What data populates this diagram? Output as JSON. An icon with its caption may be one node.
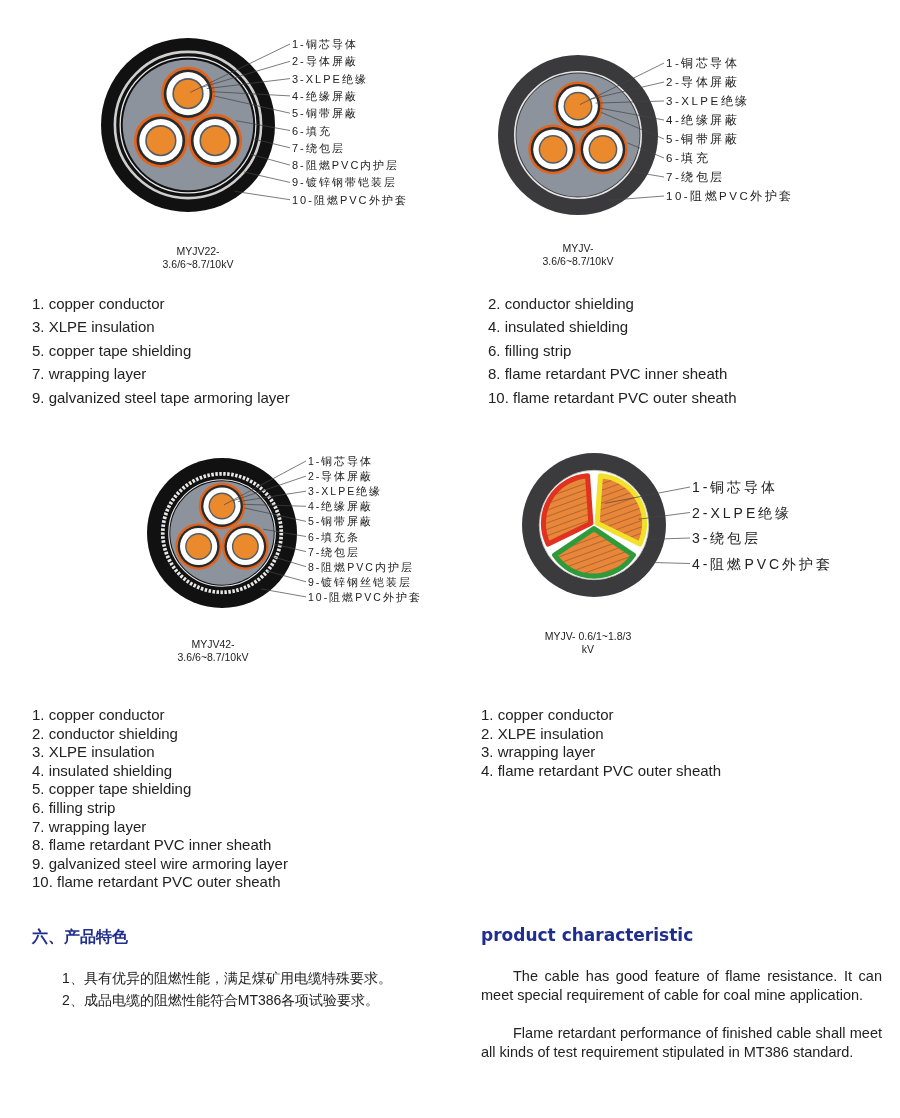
{
  "diagram": {
    "nodes": [
      {
        "text": [
          "1-铜芯导体"
        ]
      },
      {
        "text": [
          "2-导体屏蔽"
        ]
      },
      {
        "text": [
          "3-XLPE绝缘"
        ]
      },
      {
        "text": [
          "4-绝缘屏蔽"
        ]
      },
      {
        "text": [
          "5-铜带屏蔽"
        ]
      },
      {
        "text": [
          "6-填充"
        ]
      },
      {
        "text": [
          "7-绕包层"
        ]
      },
      {
        "text": [
          "8-阻燃PVC内护层"
        ]
      },
      {
        "text": [
          "9-镀锌钢带铠装层"
        ]
      },
      {
        "text": [
          "10-阻燃PVC外护套"
        ]
      },
      {
        "text": [
          "1-铜芯导体"
        ]
      },
      {
        "text": [
          "2-导体屏蔽"
        ]
      },
      {
        "text": [
          "3-XLPE绝缘"
        ]
      },
      {
        "text": [
          "4-绝缘屏蔽"
        ]
      },
      {
        "text": [
          "5-铜带屏蔽"
        ]
      },
      {
        "text": [
          "6-填充"
        ]
      },
      {
        "text": [
          "7-绕包层"
        ]
      },
      {
        "text": [
          "10-阻燃PVC外护套"
        ]
      },
      {
        "text": [
          "1-铜芯导体"
        ]
      },
      {
        "text": [
          "2-导体屏蔽"
        ]
      },
      {
        "text": [
          "3-XLPE绝缘"
        ]
      },
      {
        "text": [
          "4-绝缘屏蔽"
        ]
      },
      {
        "text": [
          "5-铜带屏蔽"
        ]
      },
      {
        "text": [
          "6-填充条"
        ]
      },
      {
        "text": [
          "7-绕包层"
        ]
      },
      {
        "text": [
          "8-阻燃PVC内护层"
        ]
      },
      {
        "text": [
          "9-镀锌钢丝铠装层"
        ]
      },
      {
        "text": [
          "10-阻燃PVC外护套"
        ]
      },
      {
        "text": [
          "1-铜芯导体"
        ]
      },
      {
        "text": [
          "2-XLPE绝缘"
        ]
      },
      {
        "text": [
          "3-绕包层"
        ]
      },
      {
        "text": [
          "4-阻燃PVC外护套"
        ]
      }
    ],
    "edges": [
      {
        "from": 0,
        "to": null,
        "arrow": "none"
      },
      {
        "from": 1,
        "to": null,
        "arrow": "none"
      },
      {
        "from": 2,
        "to": null,
        "arrow": "none"
      },
      {
        "from": 3,
        "to": null,
        "arrow": "none"
      },
      {
        "from": 4,
        "to": null,
        "arrow": "none"
      },
      {
        "from": 5,
        "to": null,
        "arrow": "none"
      },
      {
        "from": 6,
        "to": null,
        "arrow": "none"
      },
      {
        "from": 7,
        "to": null,
        "arrow": "none"
      },
      {
        "from": 8,
        "to": null,
        "arrow": "none"
      },
      {
        "from": 9,
        "to": null,
        "arrow": "none"
      },
      {
        "from": 10,
        "to": null,
        "arrow": "none"
      },
      {
        "from": 11,
        "to": null,
        "arrow": "none"
      },
      {
        "from": 12,
        "to": null,
        "arrow": "none"
      },
      {
        "from": 13,
        "to": null,
        "arrow": "none"
      },
      {
        "from": 14,
        "to": null,
        "arrow": "none"
      },
      {
        "from": 15,
        "to": null,
        "arrow": "none"
      },
      {
        "from": 16,
        "to": null,
        "arrow": "none"
      },
      {
        "from": 17,
        "to": null,
        "arrow": "none"
      },
      {
        "from": 18,
        "to": null,
        "arrow": "none"
      },
      {
        "from": 19,
        "to": null,
        "arrow": "none"
      },
      {
        "from": 20,
        "to": null,
        "arrow": "none"
      },
      {
        "from": 21,
        "to": null,
        "arrow": "none"
      },
      {
        "from": 22,
        "to": null,
        "arrow": "none"
      },
      {
        "from": 23,
        "to": null,
        "arrow": "none"
      },
      {
        "from": 24,
        "to": null,
        "arrow": "none"
      },
      {
        "from": 25,
        "to": null,
        "arrow": "none"
      },
      {
        "from": 26,
        "to": null,
        "arrow": "none"
      },
      {
        "from": 27,
        "to": null,
        "arrow": "none"
      },
      {
        "from": 28,
        "to": null,
        "arrow": "none"
      },
      {
        "from": 29,
        "to": null,
        "arrow": "none"
      },
      {
        "from": 30,
        "to": null,
        "arrow": "none"
      },
      {
        "from": 31,
        "to": null,
        "arrow": "none"
      }
    ],
    "labels": [
      "MYJV22- 3.6/6~8.7/10kV",
      "MYJV- 3.6/6~8.7/10kV",
      "1. copper conductor",
      "2. conductor shielding",
      "3. XLPE insulation",
      "4. insulated shielding",
      "5. copper tape shielding",
      "6. filling strip",
      "7. wrapping layer",
      "8. flame retardant PVC inner sheath",
      "9. galvanized steel tape armoring layer",
      "10. flame retardant PVC outer sheath",
      "MYJV42- 3.6/6~8.7/10kV",
      "MYJV- 0.6/1~1.8/3 kV",
      "1. copper conductor",
      "2. conductor shielding",
      "3. XLPE insulation",
      "4. insulated shielding",
      "5. copper tape shielding",
      "6. filling strip",
      "7. wrapping layer",
      "8. flame retardant PVC inner sheath",
      "9. galvanized steel wire armoring layer",
      "10. flame retardant PVC outer sheath",
      "1. copper conductor",
      "2. XLPE insulation",
      "3. wrapping layer",
      "4. flame retardant PVC outer sheath",
      "六、产品特色",
      "product characteristic",
      "1、具有优异的阻燃性能，满足煤矿用电缆特殊要求。",
      "2、成品电缆的阻燃性能符合MT386各项试验要求。",
      "The cable has good feature of flame resistance. It can meet special requirement of cable for coal mine application.",
      "Flame retardant performance of finished cable shall meet all kinds of test requirement stipulated in MT386 standard."
    ]
  }
}
